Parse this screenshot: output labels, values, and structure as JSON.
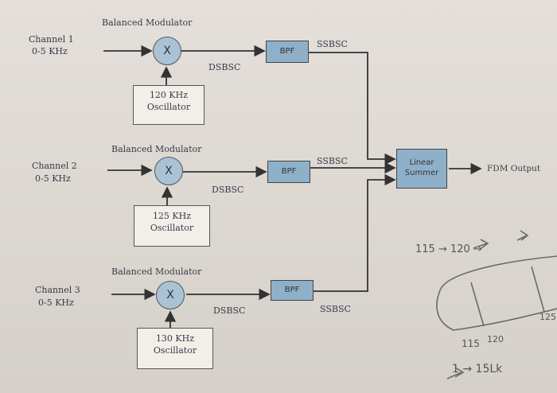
{
  "channels": [
    {
      "input_label": "Channel 1",
      "input_range": "0-5 KHz",
      "modulator_label": "Balanced Modulator",
      "mixer_symbol": "X",
      "dsbsc_label": "DSBSC",
      "oscillator_freq": "120 KHz",
      "oscillator_label": "Oscillator",
      "bpf_label": "BPF",
      "ssbsc_label": "SSBSC"
    },
    {
      "input_label": "Channel 2",
      "input_range": "0-5 KHz",
      "modulator_label": "Balanced Modulator",
      "mixer_symbol": "X",
      "dsbsc_label": "DSBSC",
      "oscillator_freq": "125 KHz",
      "oscillator_label": "Oscillator",
      "bpf_label": "BPF",
      "ssbsc_label": "SSBSC"
    },
    {
      "input_label": "Channel 3",
      "input_range": "0-5 KHz",
      "modulator_label": "Balanced Modulator",
      "mixer_symbol": "X",
      "dsbsc_label": "DSBSC",
      "oscillator_freq": "130 KHz",
      "oscillator_label": "Oscillator",
      "bpf_label": "BPF",
      "ssbsc_label": "SSBSC"
    }
  ],
  "summer": {
    "line1": "Linear",
    "line2": "Summer"
  },
  "output_label": "FDM Output",
  "handwriting": {
    "note1": "115 → 120 →",
    "tick1": "115",
    "tick2": "120",
    "tick3": "125",
    "note2": "1 → 15Lk"
  },
  "colors": {
    "block_fill": "#8fb0c9",
    "mixer_fill": "#a9c2d6",
    "line": "#333333"
  }
}
